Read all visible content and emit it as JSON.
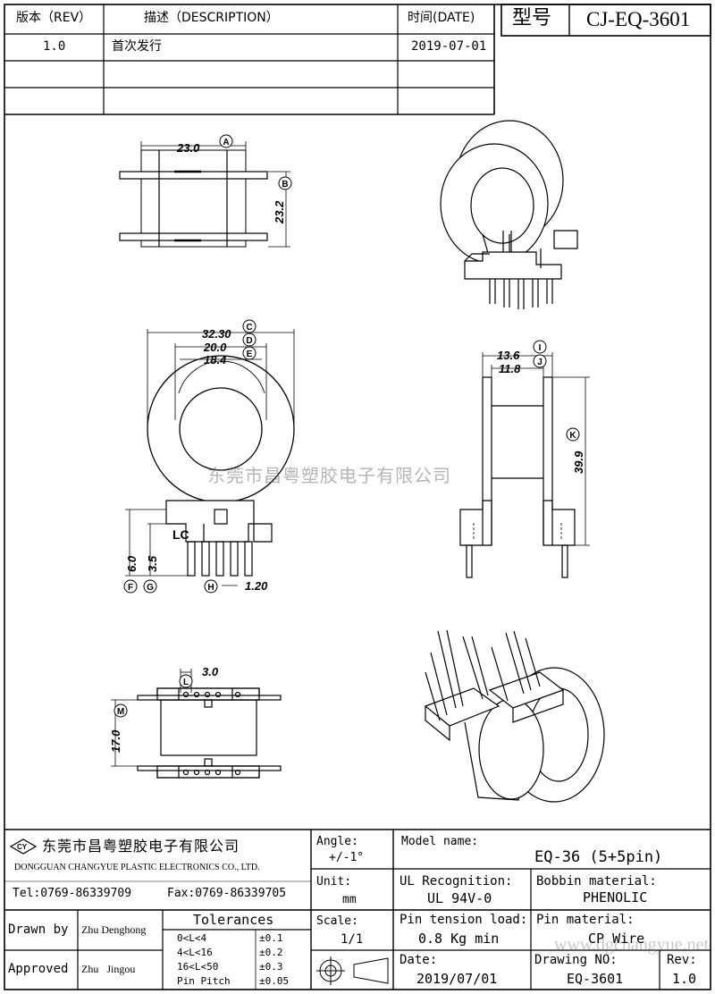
{
  "revision_table": {
    "headers": {
      "rev": "版本（REV）",
      "desc": "描述（DESCRIPTION）",
      "date": "时间(DATE)"
    },
    "rows": [
      {
        "rev": "1.0",
        "desc": "首次发行",
        "date": "2019-07-01"
      }
    ]
  },
  "model_box": {
    "label": "型号",
    "value": "CJ-EQ-3601"
  },
  "dimensions": {
    "A": "23.0",
    "B": "23.2",
    "C": "32.30",
    "D": "20.0",
    "E": "18.4",
    "F": "6.0",
    "G": "3.5",
    "H": "1.20",
    "I": "13.6",
    "J": "11.8",
    "K": "39.9",
    "L": "3.0",
    "M": "17.0"
  },
  "callouts": [
    "A",
    "B",
    "C",
    "D",
    "E",
    "F",
    "G",
    "H",
    "I",
    "J",
    "K",
    "L",
    "M"
  ],
  "lc_mark": "LC",
  "watermark": "东莞市昌粤塑胶电子有限公司",
  "watermark_url": "www.dgchangyue.net",
  "company": {
    "name_cn": "东莞市昌粤塑胶电子有限公司",
    "name_en": "DONGGUAN CHANGYUE PLASTIC ELECTRONICS CO., LTD.",
    "tel": "Tel:0769-86339709",
    "fax": "Fax:0769-86339705",
    "logo_text": "CY"
  },
  "title_block": {
    "angle_label": "Angle:",
    "angle_value": "+/-1°",
    "unit_label": "Unit:",
    "unit_value": "mm",
    "scale_label": "Scale:",
    "scale_value": "1/1",
    "model_label": "Model name:",
    "model_value": "EQ-36 (5+5pin)",
    "ul_label": "UL Recognition:",
    "ul_value": "UL 94V-0",
    "bobbin_label": "Bobbin material:",
    "bobbin_value": "PHENOLIC",
    "pin_tension_label": "Pin tension load:",
    "pin_tension_value": "0.8 Kg min",
    "pin_material_label": "Pin material:",
    "pin_material_value": "CP Wire",
    "date_label": "Date:",
    "date_value": "2019/07/01",
    "drawing_label": "Drawing NO:",
    "drawing_value": "EQ-3601",
    "rev_label": "Rev:",
    "rev_value": "1.0",
    "drawn_label": "Drawn by",
    "drawn_value": "Zhu Denghong",
    "approved_label": "Approved",
    "approved_value": "Zhu   Jingou",
    "tolerances_label": "Tolerances",
    "tolerances": [
      {
        "range": "0<L<4",
        "value": "±0.1"
      },
      {
        "range": "4<L<16",
        "value": "±0.2"
      },
      {
        "range": "16<L<50",
        "value": "±0.3"
      },
      {
        "range": "Pin Pitch",
        "value": "±0.05"
      }
    ]
  }
}
